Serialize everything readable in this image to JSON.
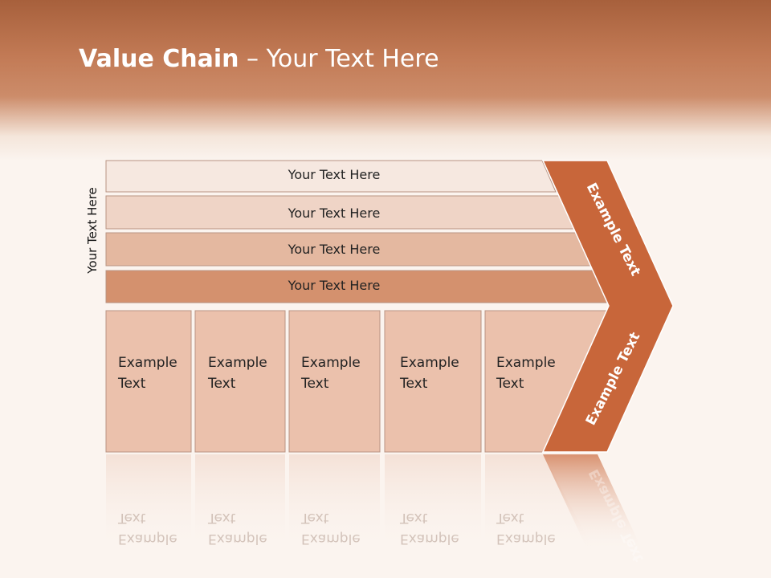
{
  "slide": {
    "title_bold": "Value Chain",
    "title_rest": " – Your Text Here",
    "side_label": "Your Text Here"
  },
  "rows": [
    {
      "label": "Your Text Here",
      "color": "#f6e8e0"
    },
    {
      "label": "Your Text Here",
      "color": "#efd4c6"
    },
    {
      "label": "Your Text Here",
      "color": "#e4b8a0"
    },
    {
      "label": "Your Text Here",
      "color": "#d4916e"
    }
  ],
  "boxes": [
    {
      "line1": "Example",
      "line2": "Text"
    },
    {
      "line1": "Example",
      "line2": "Text"
    },
    {
      "line1": "Example",
      "line2": "Text"
    },
    {
      "line1": "Example",
      "line2": "Text"
    },
    {
      "line1": "Example",
      "line2": "Text"
    }
  ],
  "chevron": {
    "upper_text": "Example Text",
    "lower_text": "Example Text",
    "color": "#c8663a"
  },
  "colors": {
    "box_fill": "#ebc1ac",
    "box_border": "#b89483",
    "header": "#b86d46"
  }
}
